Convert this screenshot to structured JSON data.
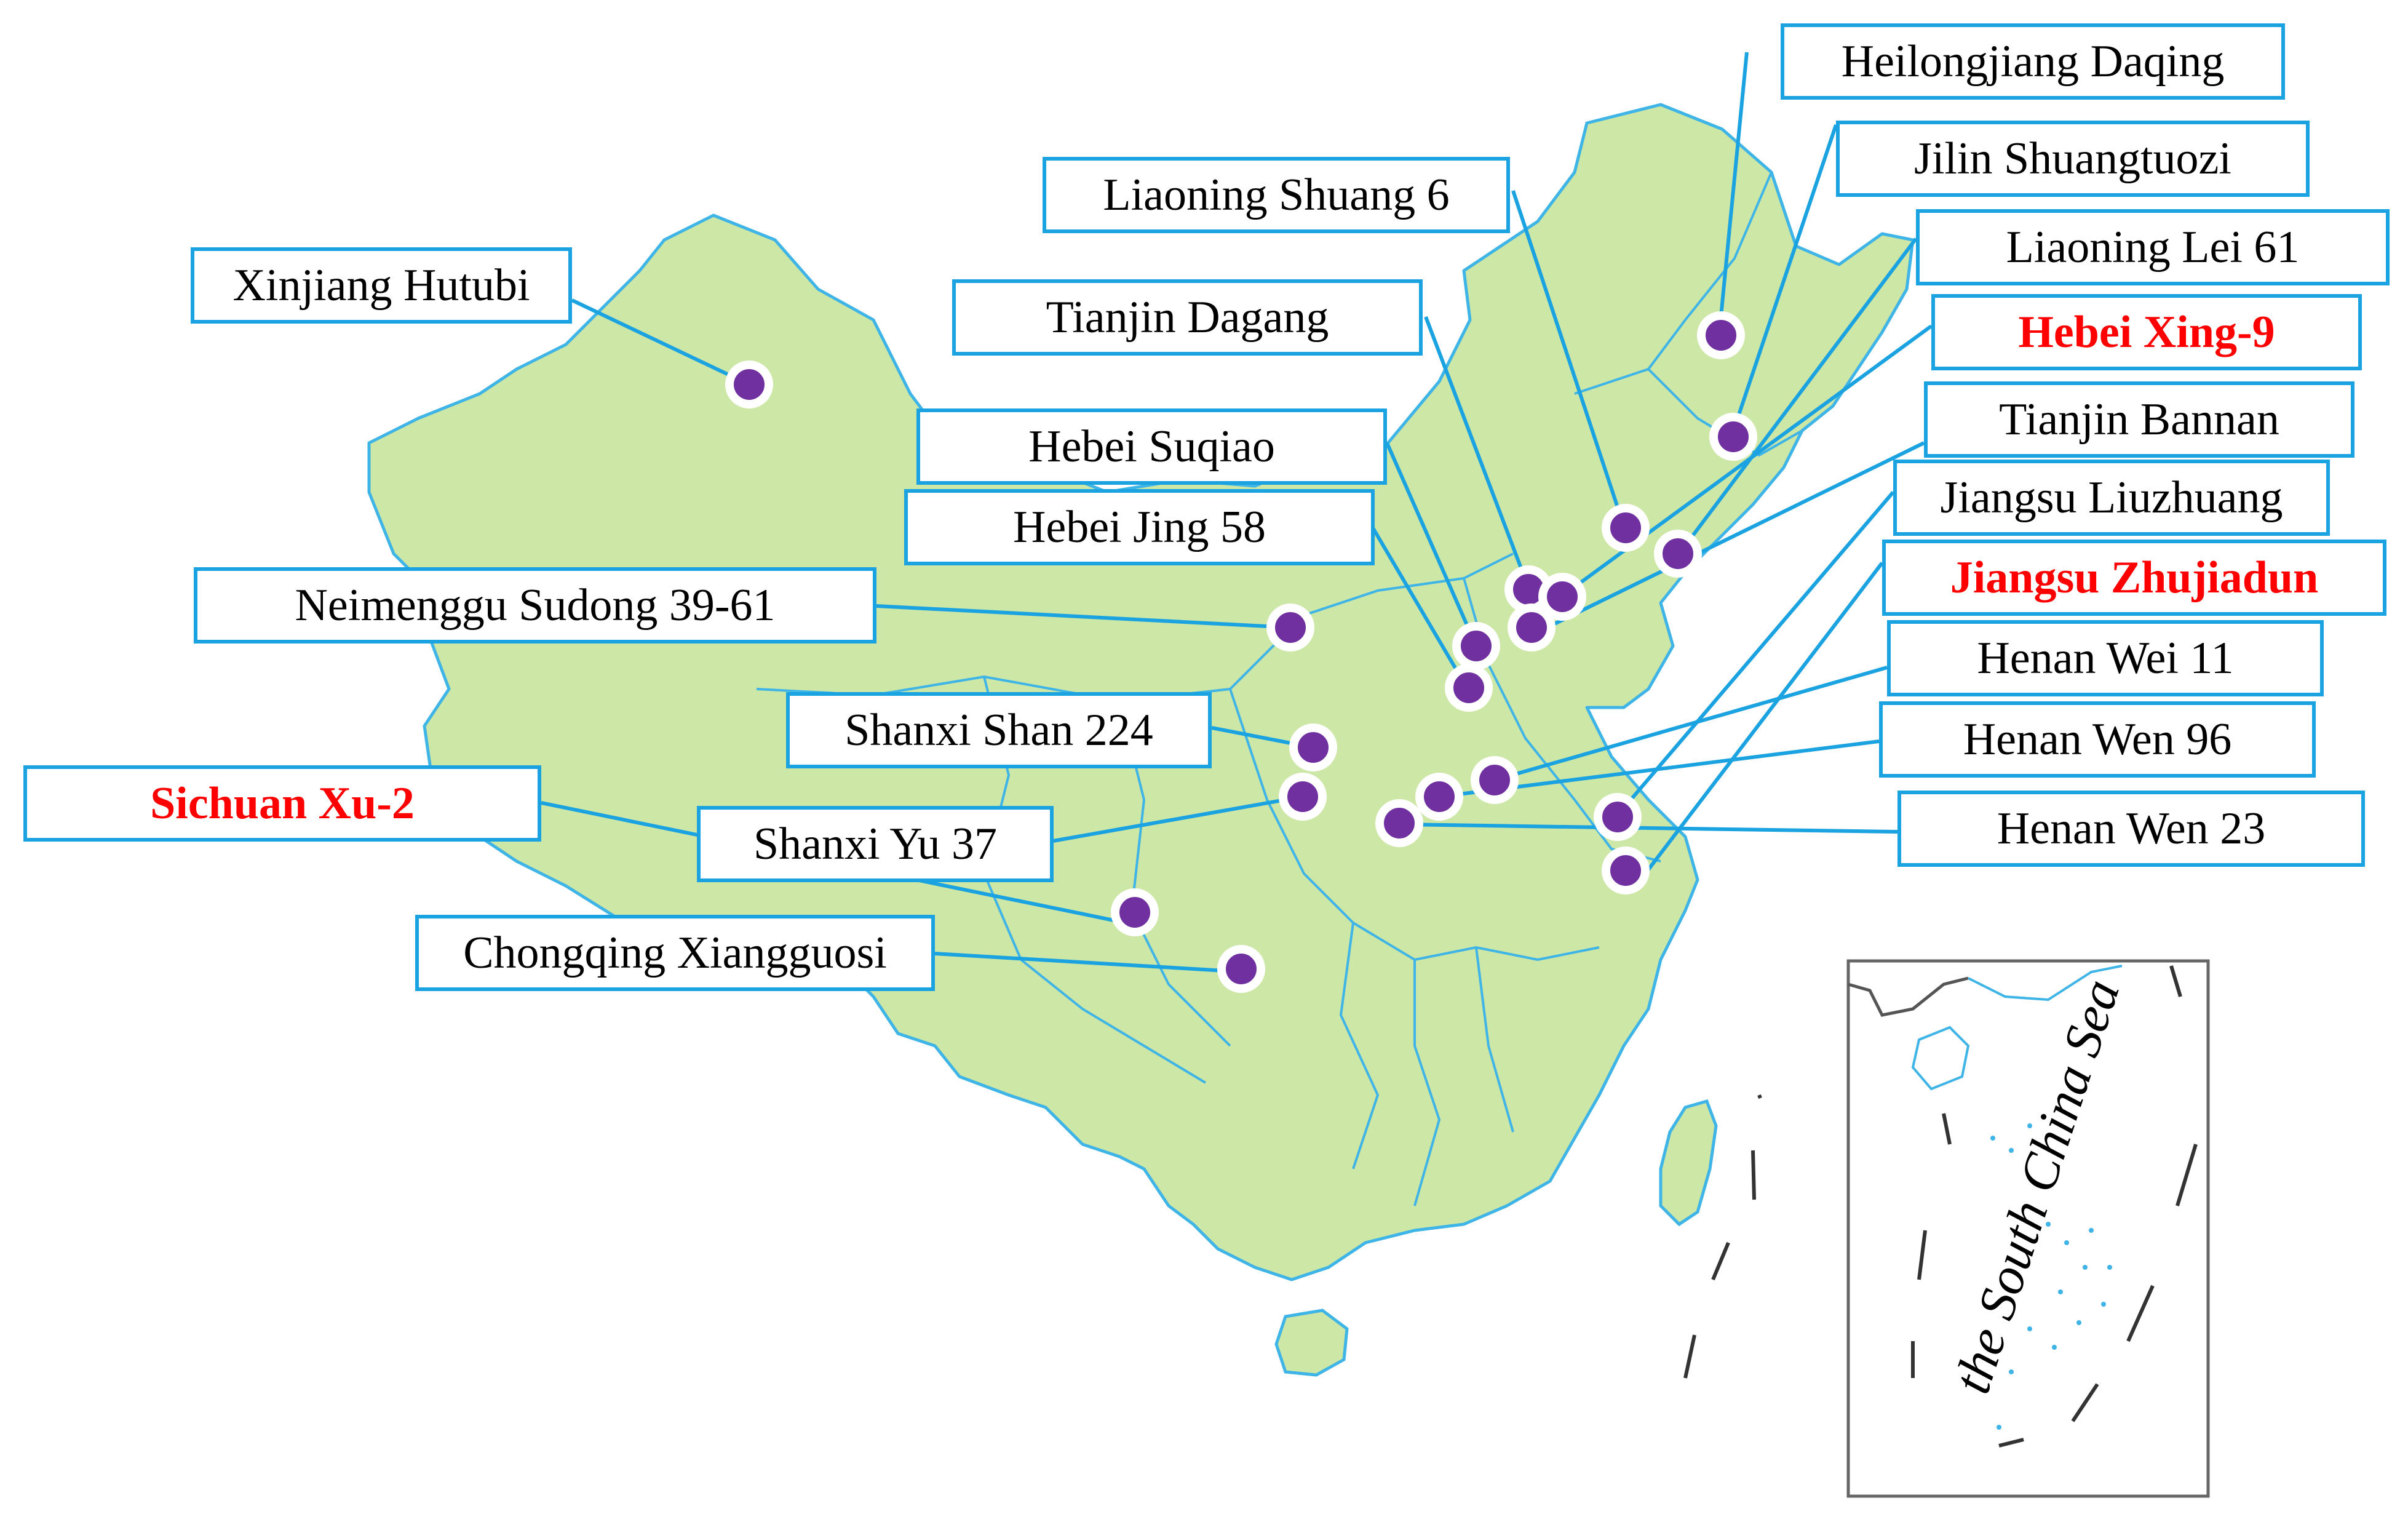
{
  "colors": {
    "land": "#cde7a6",
    "border": "#3fb4e6",
    "leader": "#1aa3e0",
    "dot": "#7030a0",
    "highlight": "#ff0000"
  },
  "sites": [
    {
      "id": "heilongjiang-daqing",
      "label": "Heilongjiang Daqing",
      "highlight": false
    },
    {
      "id": "jilin-shuangtuozi",
      "label": "Jilin Shuangtuozi",
      "highlight": false
    },
    {
      "id": "liaoning-lei-61",
      "label": "Liaoning Lei 61",
      "highlight": false
    },
    {
      "id": "hebei-xing-9",
      "label": "Hebei Xing-9",
      "highlight": true
    },
    {
      "id": "tianjin-bannan",
      "label": "Tianjin Bannan",
      "highlight": false
    },
    {
      "id": "jiangsu-liuzhuang",
      "label": "Jiangsu Liuzhuang",
      "highlight": false
    },
    {
      "id": "jiangsu-zhujiadun",
      "label": "Jiangsu Zhujiadun",
      "highlight": true
    },
    {
      "id": "henan-wei-11",
      "label": "Henan Wei 11",
      "highlight": false
    },
    {
      "id": "henan-wen-96",
      "label": "Henan Wen 96",
      "highlight": false
    },
    {
      "id": "henan-wen-23",
      "label": "Henan Wen 23",
      "highlight": false
    },
    {
      "id": "liaoning-shuang-6",
      "label": "Liaoning Shuang 6",
      "highlight": false
    },
    {
      "id": "tianjin-dagang",
      "label": "Tianjin Dagang",
      "highlight": false
    },
    {
      "id": "hebei-suqiao",
      "label": "Hebei Suqiao",
      "highlight": false
    },
    {
      "id": "hebei-jing-58",
      "label": "Hebei Jing 58",
      "highlight": false
    },
    {
      "id": "xinjiang-hutubi",
      "label": "Xinjiang Hutubi",
      "highlight": false
    },
    {
      "id": "neimenggu-sudong",
      "label": "Neimenggu Sudong 39-61",
      "highlight": false
    },
    {
      "id": "shanxi-shan-224",
      "label": "Shanxi Shan 224",
      "highlight": false
    },
    {
      "id": "sichuan-xu-2",
      "label": "Sichuan Xu-2",
      "highlight": true
    },
    {
      "id": "shanxi-yu-37",
      "label": "Shanxi Yu 37",
      "highlight": false
    },
    {
      "id": "chongqing-xiangguosi",
      "label": "Chongqing Xiangguosi",
      "highlight": false
    }
  ],
  "inset": {
    "label": "the South China Sea"
  }
}
